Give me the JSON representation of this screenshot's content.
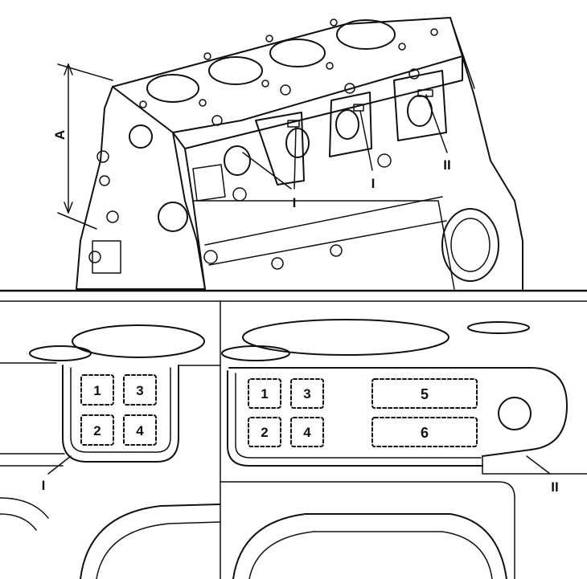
{
  "labels": {
    "dimension": "A",
    "callout_one": "I",
    "callout_two": "II"
  },
  "detail_left": {
    "boxes": [
      "1",
      "3",
      "2",
      "4"
    ]
  },
  "detail_right": {
    "boxes": [
      "1",
      "3",
      "2",
      "4"
    ],
    "wide_boxes": [
      "5",
      "6"
    ]
  },
  "colors": {
    "ink": "#111111",
    "paper": "#ffffff"
  }
}
